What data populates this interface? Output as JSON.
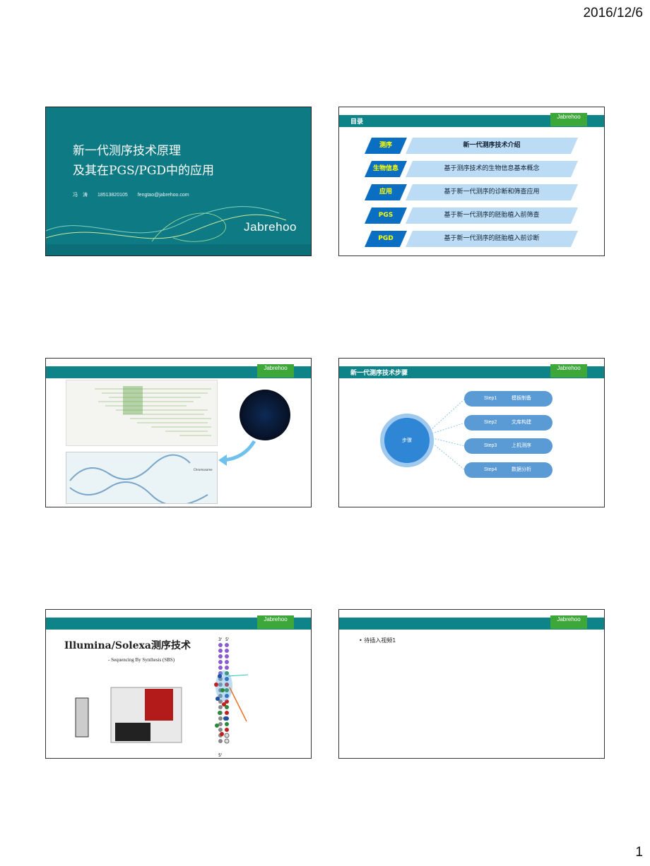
{
  "header": {
    "date": "2016/12/6"
  },
  "footer": {
    "page_number": "1"
  },
  "slides": {
    "title": {
      "line1": "新一代测序技术原理",
      "line2": "及其在PGS/PGD中的应用",
      "author": "冯　涛",
      "phone": "18513820105",
      "email": "fengtao@jabrehoo.com",
      "logo": "Jabrehoo"
    },
    "toc": {
      "heading": "目录",
      "logo": "Jabrehoo",
      "items": [
        {
          "tag": "测序",
          "desc": "新一代测序技术介绍"
        },
        {
          "tag": "生物信息",
          "desc": "基于测序技术的生物信息基本概念"
        },
        {
          "tag": "应用",
          "desc": "基于新一代测序的诊断和筛查应用"
        },
        {
          "tag": "PGS",
          "desc": "基于新一代测序的胚胎植入前筛查"
        },
        {
          "tag": "PGD",
          "desc": "基于新一代测序的胚胎植入前诊断"
        }
      ]
    },
    "genome": {
      "logo": "Jabrehoo",
      "chromosome_label": "Chromosome"
    },
    "steps": {
      "heading": "新一代测序技术步骤",
      "logo": "Jabrehoo",
      "hub": "步骤",
      "items": [
        {
          "num": "Step1",
          "label": "模板制备"
        },
        {
          "num": "Step2",
          "label": "文库构建"
        },
        {
          "num": "Step3",
          "label": "上机测序"
        },
        {
          "num": "Step4",
          "label": "数据分析"
        }
      ]
    },
    "illumina": {
      "logo": "Jabrehoo",
      "title": "Illumina/Solexa测序技术",
      "subtitle": "- Sequencing By Synthesis (SBS)",
      "label_3p": "3'",
      "label_5p_top": "5'",
      "label_5p_bottom": "5'"
    },
    "video": {
      "logo": "Jabrehoo",
      "bullet": "待插入视频1"
    }
  },
  "colors": {
    "teal": "#0e8388",
    "brand_green": "#3da73a",
    "toc_blue": "#0a6fc2",
    "toc_light": "#bcdcf5",
    "toc_tag_text": "#ffff00"
  }
}
